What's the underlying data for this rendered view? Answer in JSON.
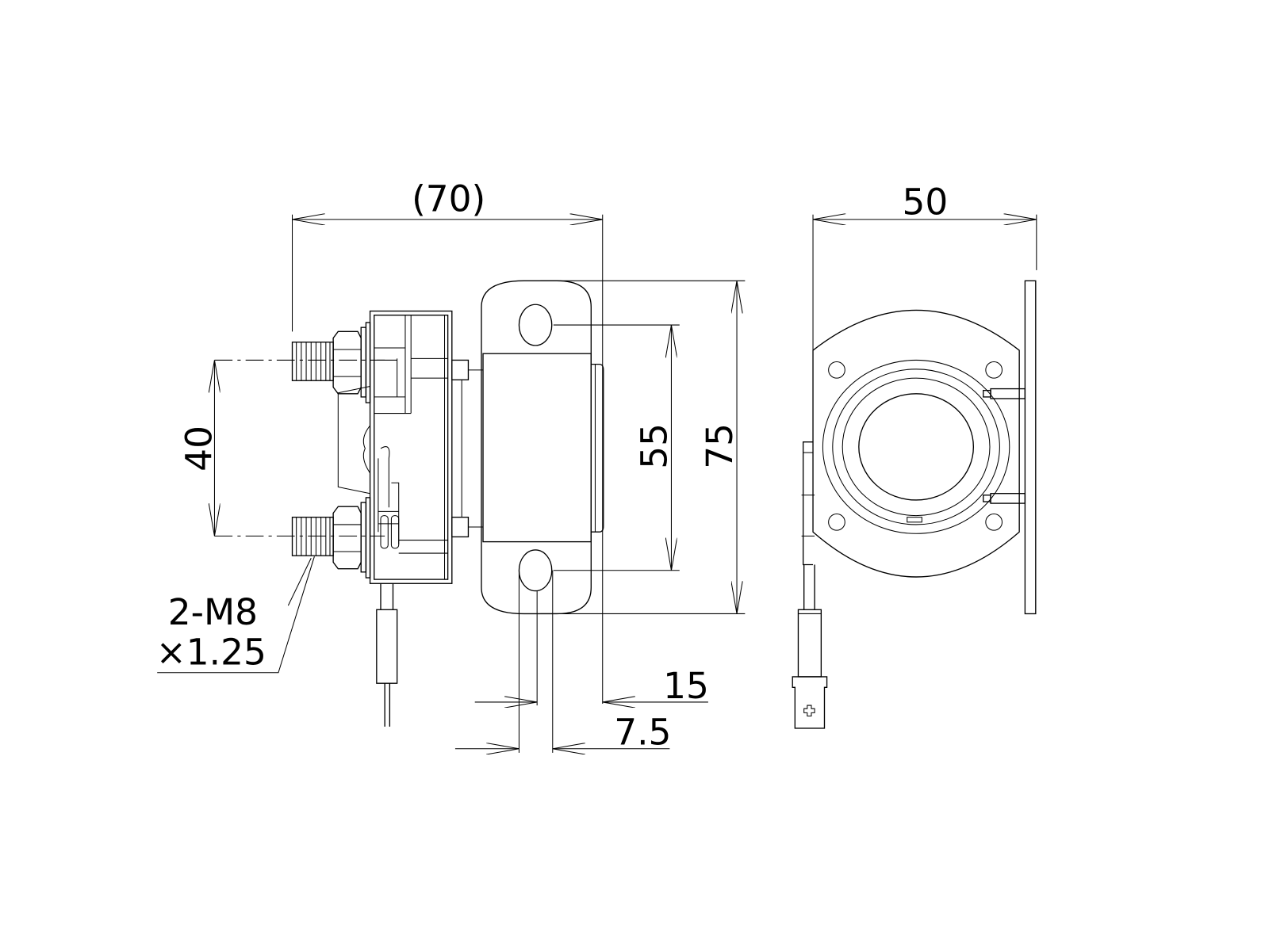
{
  "dimensions": {
    "overall_length": "(70)",
    "width": "50",
    "height": "75",
    "mount_hole_pitch": "55",
    "terminal_pitch": "40",
    "flange_offset": "15",
    "hole_offset": "7.5",
    "thread_spec_line1": "2-M8",
    "thread_spec_line2": "×1.25"
  },
  "colors": {
    "line": "#000000",
    "background": "#ffffff"
  }
}
